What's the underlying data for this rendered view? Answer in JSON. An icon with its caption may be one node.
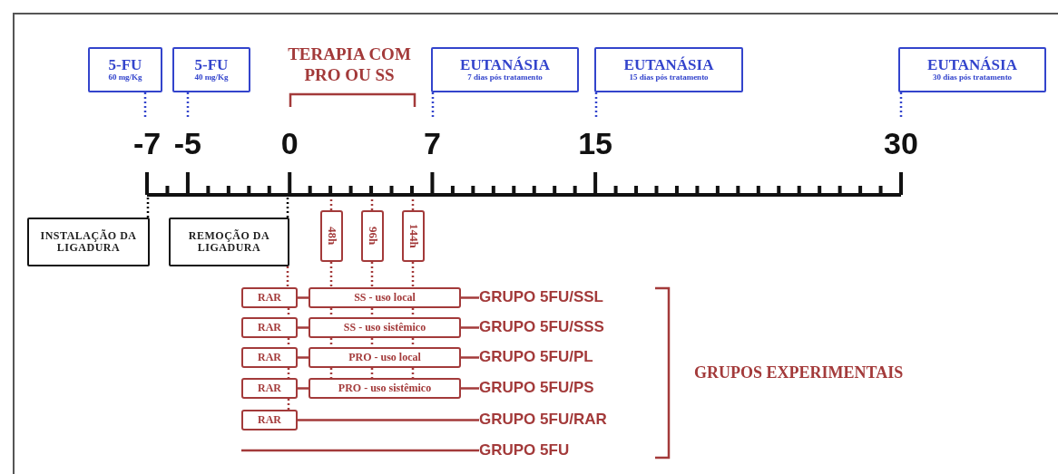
{
  "diagram": {
    "nodes": [
      {
        "text": [
          "5-FU",
          "60 mg/Kg"
        ]
      },
      {
        "text": [
          "5-FU",
          "40 mg/Kg"
        ]
      },
      {
        "text": [
          "EUTANÁSIA",
          "7 dias pós tratamento"
        ]
      },
      {
        "text": [
          "EUTANÁSIA",
          "15 dias pós tratamento"
        ]
      },
      {
        "text": [
          "EUTANÁSIA",
          "30 dias pós tratamento"
        ]
      },
      {
        "text": [
          "INSTALAÇÃO DA LIGADURA"
        ]
      },
      {
        "text": [
          "REMOÇÃO DA LIGADURA"
        ]
      },
      {
        "text": [
          "48h"
        ]
      },
      {
        "text": [
          "96h"
        ]
      },
      {
        "text": [
          "144h"
        ]
      },
      {
        "text": [
          "RAR"
        ]
      },
      {
        "text": [
          "SS - uso local"
        ]
      },
      {
        "text": [
          "RAR"
        ]
      },
      {
        "text": [
          "SS - uso sistêmico"
        ]
      },
      {
        "text": [
          "RAR"
        ]
      },
      {
        "text": [
          "PRO - uso local"
        ]
      },
      {
        "text": [
          "RAR"
        ]
      },
      {
        "text": [
          "PRO - uso sistêmico"
        ]
      },
      {
        "text": [
          "RAR"
        ]
      },
      {
        "text": [
          "GRUPO 5FU/SSL"
        ]
      },
      {
        "text": [
          "GRUPO 5FU/SSS"
        ]
      },
      {
        "text": [
          "GRUPO 5FU/PL"
        ]
      },
      {
        "text": [
          "GRUPO 5FU/PS"
        ]
      },
      {
        "text": [
          "GRUPO 5FU/RAR"
        ]
      },
      {
        "text": [
          "GRUPO 5FU"
        ]
      }
    ],
    "edges": [
      {
        "from": 0,
        "to": null,
        "arrow": "none",
        "style": "dashed",
        "color": "#3344cc"
      },
      {
        "from": 1,
        "to": null,
        "arrow": "none",
        "style": "dashed",
        "color": "#3344cc"
      },
      {
        "from": 2,
        "to": null,
        "arrow": "none",
        "style": "dashed",
        "color": "#3344cc"
      },
      {
        "from": 3,
        "to": null,
        "arrow": "none",
        "style": "dashed",
        "color": "#3344cc"
      },
      {
        "from": 4,
        "to": null,
        "arrow": "none",
        "style": "dashed",
        "color": "#3344cc"
      },
      {
        "from": 5,
        "to": null,
        "arrow": "none",
        "style": "dashed",
        "color": "#000000"
      },
      {
        "from": 6,
        "to": null,
        "arrow": "none",
        "style": "dashed",
        "color": "#000000"
      },
      {
        "from": 6,
        "to": 10,
        "arrow": "none",
        "style": "dashed"
      },
      {
        "from": 7,
        "to": null,
        "arrow": "none",
        "style": "dashed"
      },
      {
        "from": 8,
        "to": null,
        "arrow": "none",
        "style": "dashed"
      },
      {
        "from": 9,
        "to": null,
        "arrow": "none",
        "style": "dashed"
      },
      {
        "from": 7,
        "to": 11,
        "arrow": "none",
        "style": "dashed"
      },
      {
        "from": 8,
        "to": 11,
        "arrow": "none",
        "style": "dashed"
      },
      {
        "from": 9,
        "to": 11,
        "arrow": "none",
        "style": "dashed"
      },
      {
        "from": 10,
        "to": 11,
        "arrow": "none"
      },
      {
        "from": 11,
        "to": 19,
        "arrow": "none"
      },
      {
        "from": 10,
        "to": 12,
        "arrow": "none",
        "style": "dashed"
      },
      {
        "from": 11,
        "to": 13,
        "arrow": "none",
        "style": "dashed"
      },
      {
        "from": 11,
        "to": 13,
        "arrow": "none",
        "style": "dashed"
      },
      {
        "from": 11,
        "to": 13,
        "arrow": "none",
        "style": "dashed"
      },
      {
        "from": 12,
        "to": 13,
        "arrow": "none"
      },
      {
        "from": 13,
        "to": 20,
        "arrow": "none"
      },
      {
        "from": 12,
        "to": 14,
        "arrow": "none",
        "style": "dashed"
      },
      {
        "from": 13,
        "to": 15,
        "arrow": "none",
        "style": "dashed"
      },
      {
        "from": 13,
        "to": 15,
        "arrow": "none",
        "style": "dashed"
      },
      {
        "from": 13,
        "to": 15,
        "arrow": "none",
        "style": "dashed"
      },
      {
        "from": 14,
        "to": 15,
        "arrow": "none"
      },
      {
        "from": 15,
        "to": 21,
        "arrow": "none"
      },
      {
        "from": 14,
        "to": 16,
        "arrow": "none",
        "style": "dashed"
      },
      {
        "from": 15,
        "to": 17,
        "arrow": "none",
        "style": "dashed"
      },
      {
        "from": 15,
        "to": 17,
        "arrow": "none",
        "style": "dashed"
      },
      {
        "from": 15,
        "to": 17,
        "arrow": "none",
        "style": "dashed"
      },
      {
        "from": 16,
        "to": 17,
        "arrow": "none"
      },
      {
        "from": 17,
        "to": 22,
        "arrow": "none"
      },
      {
        "from": 16,
        "to": 18,
        "arrow": "none",
        "style": "dashed"
      },
      {
        "from": 18,
        "to": 23,
        "arrow": "none"
      },
      {
        "from": null,
        "to": 24,
        "arrow": "none"
      }
    ],
    "labels": [
      "TERAPIA COM PRO OU SS",
      "-7",
      "-5",
      "0",
      "7",
      "15",
      "30",
      "GRUPOS EXPERIMENTAIS"
    ]
  }
}
